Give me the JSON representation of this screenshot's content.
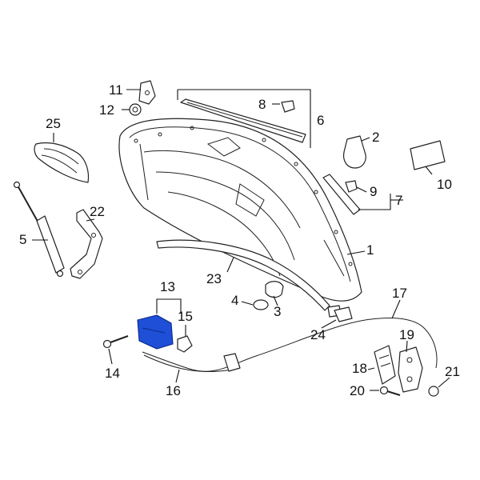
{
  "callouts": [
    {
      "id": "c1",
      "text": "1"
    },
    {
      "id": "c2",
      "text": "2"
    },
    {
      "id": "c3",
      "text": "3"
    },
    {
      "id": "c4",
      "text": "4"
    },
    {
      "id": "c5",
      "text": "5"
    },
    {
      "id": "c6",
      "text": "6"
    },
    {
      "id": "c7",
      "text": "7"
    },
    {
      "id": "c8",
      "text": "8"
    },
    {
      "id": "c9",
      "text": "9"
    },
    {
      "id": "c10",
      "text": "10"
    },
    {
      "id": "c11",
      "text": "11"
    },
    {
      "id": "c12",
      "text": "12"
    },
    {
      "id": "c13",
      "text": "13"
    },
    {
      "id": "c14",
      "text": "14"
    },
    {
      "id": "c15",
      "text": "15"
    },
    {
      "id": "c16",
      "text": "16"
    },
    {
      "id": "c17",
      "text": "17"
    },
    {
      "id": "c18",
      "text": "18"
    },
    {
      "id": "c19",
      "text": "19"
    },
    {
      "id": "c20",
      "text": "20"
    },
    {
      "id": "c21",
      "text": "21"
    },
    {
      "id": "c22",
      "text": "22"
    },
    {
      "id": "c23",
      "text": "23"
    },
    {
      "id": "c24",
      "text": "24"
    },
    {
      "id": "c25",
      "text": "25"
    }
  ],
  "highlight_color": "#1f4fd6",
  "highlighted_part": "13"
}
